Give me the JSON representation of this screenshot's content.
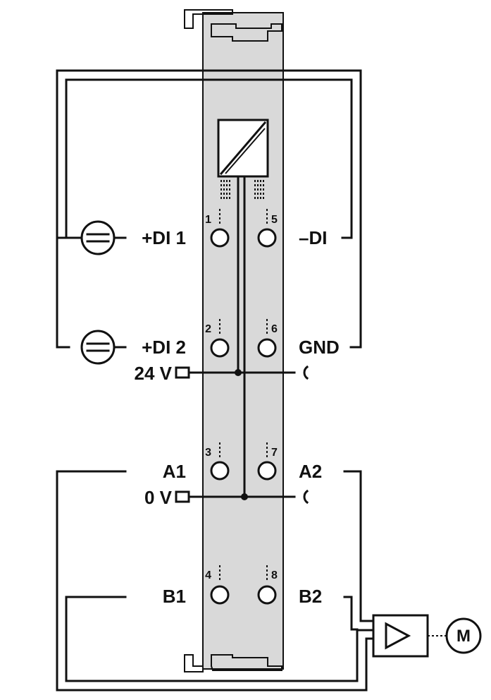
{
  "colors": {
    "module_fill": "#d9d9d9",
    "line": "#111111",
    "background": "#ffffff"
  },
  "icons": [
    "digital-input-sensor-icon",
    "dc-dc-converter-icon",
    "amplifier-icon",
    "motor-icon",
    "terminal-clamp-icon"
  ],
  "labels": {
    "di1": "+DI 1",
    "di2": "+DI 2",
    "minus_di": "–DI",
    "gnd": "GND",
    "v24": "24 V",
    "v0": "0 V",
    "a1": "A1",
    "a2": "A2",
    "b1": "B1",
    "b2": "B2",
    "motor": "M"
  },
  "terminals": [
    "1",
    "2",
    "3",
    "4",
    "5",
    "6",
    "7",
    "8"
  ]
}
